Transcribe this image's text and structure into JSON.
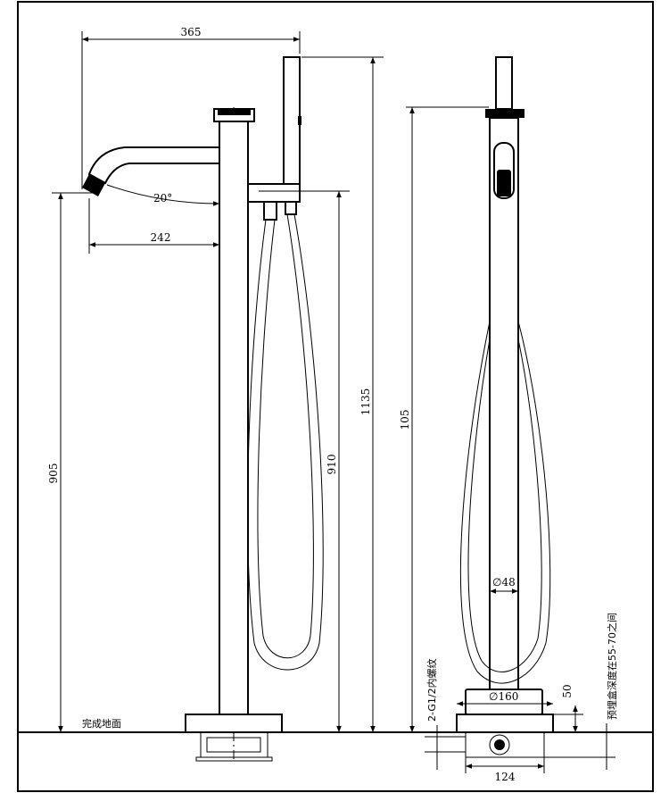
{
  "side_view": {
    "dim_total_width": "365",
    "dim_spout_reach": "242",
    "dim_spout_angle": "20°",
    "dim_spout_height": "905",
    "dim_valve_height": "910",
    "dim_total_height": "1135",
    "floor_label": "完成地面"
  },
  "front_view": {
    "dim_body_height": "105",
    "dim_pipe_diameter": "∅48",
    "dim_base_diameter": "∅160",
    "dim_embed_depth": "50",
    "dim_box_width": "124",
    "thread_note": "2-G1/2内螺纹",
    "embed_note": "预埋盒深度在55-70之间"
  }
}
